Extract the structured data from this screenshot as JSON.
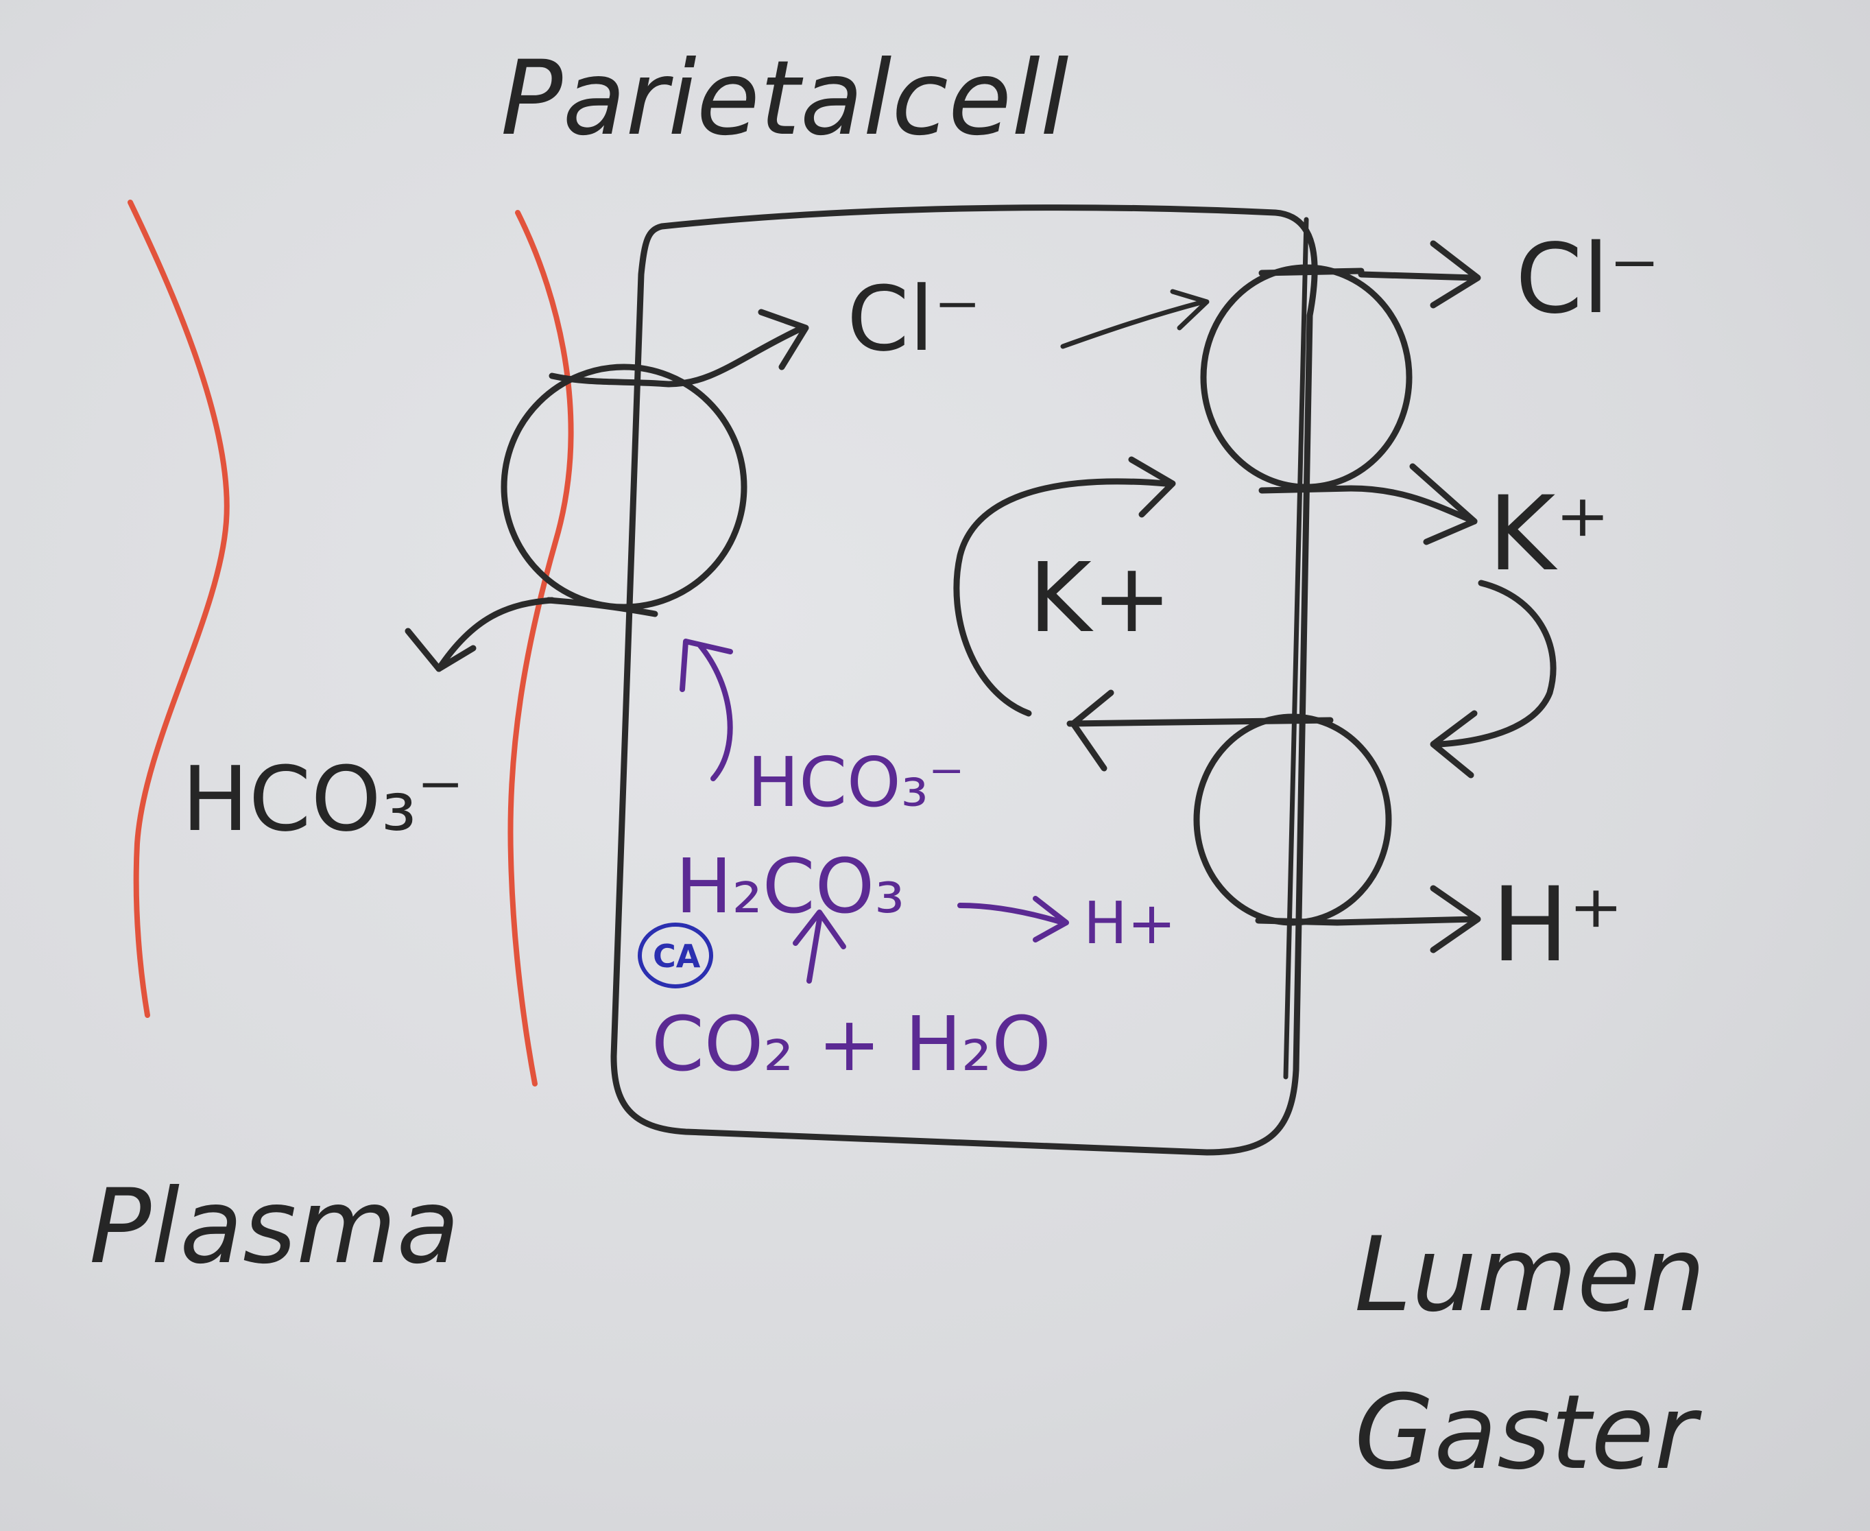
{
  "labels": {
    "title": "Parietalcell",
    "plasma": "Plasma",
    "lumen": "Lumen",
    "gaster": "Gaster",
    "cl_inside": "Cl⁻",
    "cl_lumen": "Cl⁻",
    "k_inside": "K+",
    "k_lumen": "K⁺",
    "h_lumen": "H⁺",
    "h_inside": "H+",
    "hco3_plasma": "HCO₃⁻",
    "hco3_inside": "HCO₃⁻",
    "h2co3": "H₂CO₃",
    "co2_h2o": "CO₂ + H₂O",
    "carbonic_anhydrase": "CA"
  },
  "colors": {
    "ink": "#2a2a2a",
    "membrane": "#e2533c",
    "reaction": "#5b2a93",
    "enzyme": "#2b2fb0"
  }
}
